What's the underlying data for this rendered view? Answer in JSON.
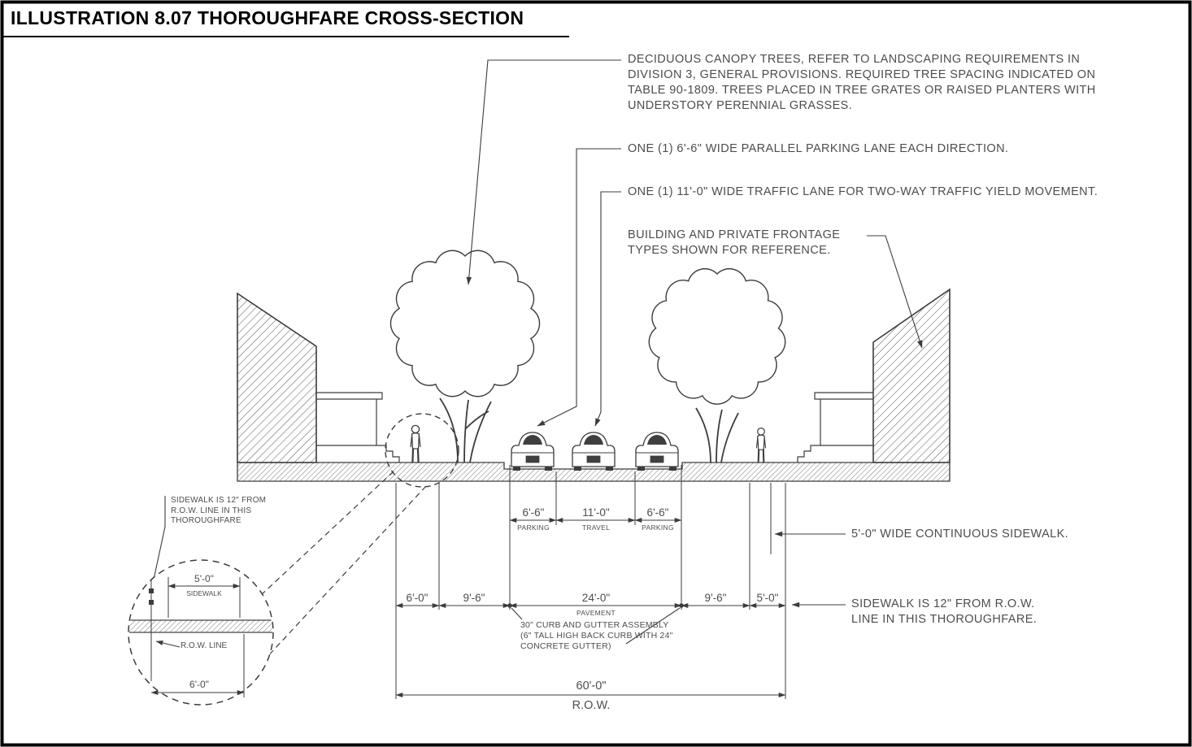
{
  "title": "ILLUSTRATION 8.07 THOROUGHFARE CROSS-SECTION",
  "callouts": {
    "trees_lines": [
      "DECIDUOUS CANOPY TREES, REFER TO LANDSCAPING REQUIREMENTS IN",
      "DIVISION 3, GENERAL PROVISIONS. REQUIRED TREE SPACING INDICATED ON",
      "TABLE 90-1809. TREES PLACED IN TREE GRATES OR RAISED PLANTERS WITH",
      "UNDERSTORY PERENNIAL GRASSES."
    ],
    "parking": "ONE (1) 6'-6\" WIDE PARALLEL PARKING LANE EACH DIRECTION.",
    "traffic": "ONE (1) 11'-0\" WIDE TRAFFIC LANE FOR TWO-WAY TRAFFIC YIELD MOVEMENT.",
    "building_lines": [
      "BUILDING AND PRIVATE FRONTAGE",
      "TYPES SHOWN FOR REFERENCE."
    ],
    "sidewalk_wide": "5'-0\" WIDE CONTINUOUS SIDEWALK.",
    "sidewalk_row_lines": [
      "SIDEWALK IS 12\" FROM R.O.W.",
      "LINE IN THIS THOROUGHFARE."
    ],
    "curb_lines": [
      "30\" CURB AND GUTTER ASSEMBLY",
      "(6\" TALL HIGH BACK CURB WITH 24\"",
      "CONCRETE GUTTER)"
    ],
    "detail_note_lines": [
      "SIDEWALK IS 12\" FROM",
      "R.O.W. LINE IN THIS",
      "THOROUGHFARE"
    ]
  },
  "dimensions": {
    "parking_left": "6'-6\"",
    "parking_left_label": "PARKING",
    "travel": "11'-0\"",
    "travel_label": "TRAVEL",
    "parking_right": "6'-6\"",
    "parking_right_label": "PARKING",
    "left_setback": "6'-0\"",
    "left_planting": "9'-6\"",
    "pavement": "24'-0\"",
    "pavement_label": "PAVEMENT",
    "right_planting": "9'-6\"",
    "right_sidewalk": "5'-0\"",
    "row_width": "60'-0\"",
    "row_label": "R.O.W.",
    "detail_sidewalk": "5'-0\"",
    "detail_sidewalk_label": "SIDEWALK",
    "detail_row_line_label": "R.O.W. LINE",
    "detail_width": "6'-0\""
  },
  "colors": {
    "line": "#3c3c3c",
    "text": "#4d4d4d",
    "title": "#000000",
    "background": "#ffffff"
  }
}
